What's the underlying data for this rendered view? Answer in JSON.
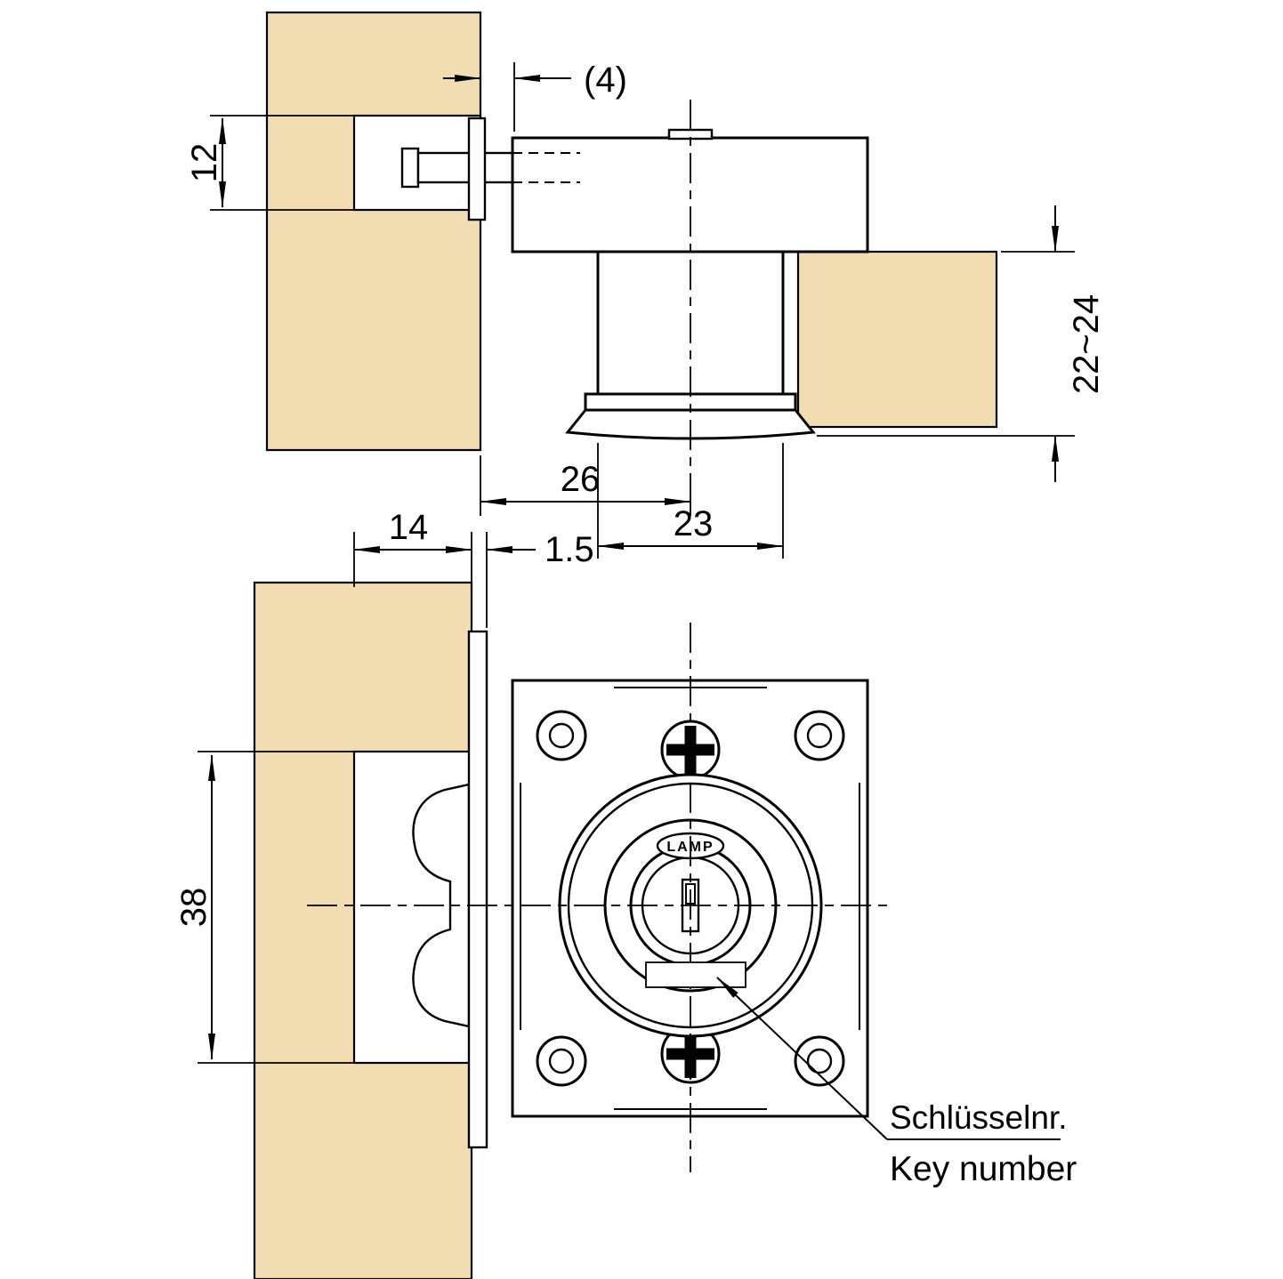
{
  "diagram": {
    "colors": {
      "wood": "#f2ddb2",
      "line": "#000000",
      "background": "#ffffff"
    },
    "top_view": {
      "dim_offset": "(4)",
      "dim_notch_height": "12",
      "dim_panel_thickness": "22~24",
      "dim_body_depth": "26",
      "dim_cylinder_diameter": "23"
    },
    "front_view": {
      "dim_backset": "14",
      "dim_plate_thickness": "1.5",
      "dim_notch_length": "38",
      "brand": "LAMP",
      "key_number_label_de": "Schlüsselnr.",
      "key_number_label_en": "Key number"
    }
  }
}
